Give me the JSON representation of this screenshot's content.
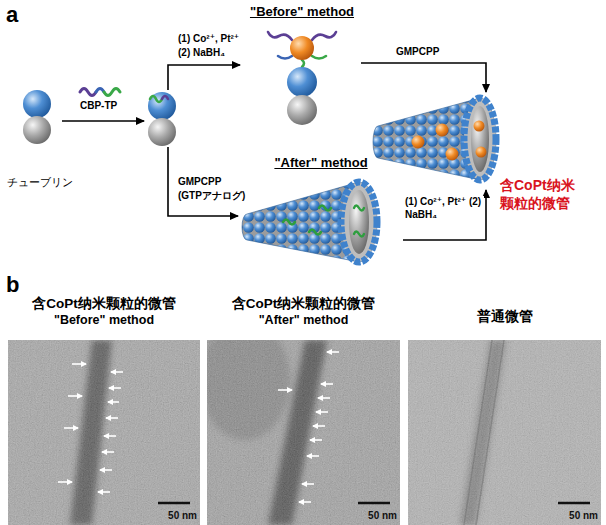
{
  "diagram": {
    "nodes": [
      {
        "text": [
          "チューブリン"
        ]
      },
      {
        "text": [
          "\"Before\" method"
        ]
      },
      {
        "text": [
          "\"After\" method"
        ]
      },
      {
        "text": [
          "含CoPt纳米颗粒的微管"
        ]
      },
      {
        "text": [
          "含CoPt纳米颗粒的微管",
          "\"Before\" method",
          "50 nm"
        ]
      },
      {
        "text": [
          "含CoPt纳米颗粒的微管",
          "\"After\" method",
          "50 nm"
        ]
      },
      {
        "text": [
          "普通微管",
          "50 nm"
        ]
      }
    ],
    "edges": [
      {
        "from": 1,
        "to": 3,
        "arrow": "to",
        "label": "GMPCPP"
      },
      {
        "from": 2,
        "to": 3,
        "arrow": "to",
        "label": "(1) Co²⁺, Pt²⁺ (2) NaBH₄"
      }
    ],
    "labels": [
      "a",
      "CBP-TP",
      "(1) Co²⁺, Pt²⁺",
      "(2) NaBH₄",
      "GMPCPP",
      "(GTPアナログ)",
      "b"
    ]
  }
}
